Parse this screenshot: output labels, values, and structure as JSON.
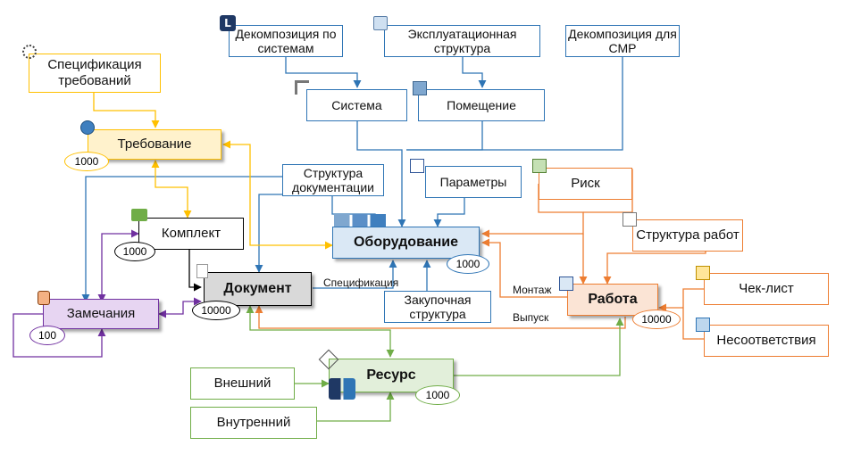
{
  "nodes": {
    "decomp_systems": "Декомпозиция по системам",
    "exploit_structure": "Эксплуатационная структура",
    "decomp_smr": "Декомпозиция для СМР",
    "spec_requirements": "Спецификация требований",
    "system": "Система",
    "room": "Помещение",
    "requirement": "Требование",
    "doc_structure": "Структура документации",
    "parameters": "Параметры",
    "risk": "Риск",
    "kit": "Комплект",
    "equipment": "Оборудование",
    "work_structure": "Структура работ",
    "document": "Документ",
    "procurement_structure": "Закупочная структура",
    "work": "Работа",
    "checklist": "Чек-лист",
    "remarks": "Замечания",
    "nonconformity": "Несоответствия",
    "resource": "Ресурс",
    "external": "Внешний",
    "internal": "Внутренний"
  },
  "badges": {
    "requirement": "1000",
    "kit": "1000",
    "equipment": "1000",
    "document": "10000",
    "work": "10000",
    "remarks": "100",
    "resource": "1000"
  },
  "edge_labels": {
    "specification": "Спецификация",
    "mounting": "Монтаж",
    "release": "Выпуск"
  },
  "icon_labels": {
    "decomp_systems": "L"
  },
  "colors": {
    "structure": "#2f75b5",
    "work": "#ed7d31",
    "resource": "#70ad47",
    "remarks": "#7030a0",
    "requirement": "#ffc000",
    "document": "#000000",
    "equipment_fill": "#dae8f5",
    "requirement_fill": "#fff2cc",
    "document_fill": "#d9d9d9",
    "work_fill": "#fbe4d5",
    "remarks_fill": "#e7d5f2",
    "resource_fill": "#e2efda"
  }
}
